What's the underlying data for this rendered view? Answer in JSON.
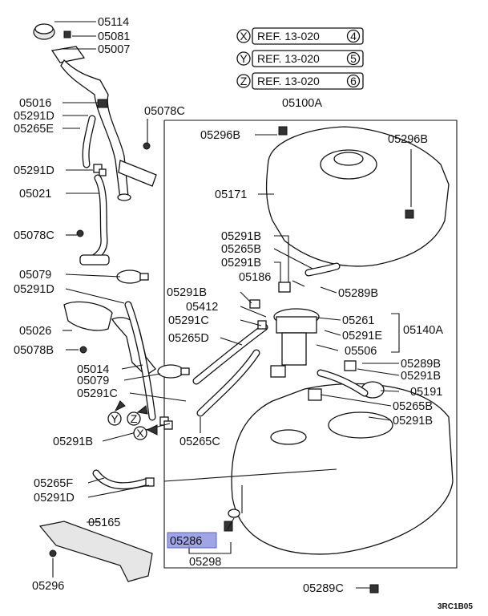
{
  "labels": {
    "p05114": "05114",
    "p05081": "05081",
    "p05007": "05007",
    "p05016": "05016",
    "p05291D_a": "05291D",
    "p05265E": "05265E",
    "p05078C_a": "05078C",
    "p05291D_b": "05291D",
    "p05021": "05021",
    "p05078C_b": "05078C",
    "p05079_a": "05079",
    "p05291D_c": "05291D",
    "p05026": "05026",
    "p05078B": "05078B",
    "p05014": "05014",
    "p05079_b": "05079",
    "p05291C_a": "05291C",
    "p05291B_a": "05291B",
    "p05265F": "05265F",
    "p05291D_d": "05291D",
    "p05165": "05165",
    "p05296_a": "05296",
    "p05100A": "05100A",
    "p05296B_a": "05296B",
    "p05296B_b": "05296B",
    "p05171": "05171",
    "p05291B_b": "05291B",
    "p05265B_a": "05265B",
    "p05291B_c": "05291B",
    "p05186": "05186",
    "p05289B_a": "05289B",
    "p05291B_d": "05291B",
    "p05412": "05412",
    "p05291C_b": "05291C",
    "p05265D": "05265D",
    "p05261": "05261",
    "p05291E": "05291E",
    "p05140A": "05140A",
    "p05506": "05506",
    "p05289B_b": "05289B",
    "p05291B_e": "05291B",
    "p05191": "05191",
    "p05265B_b": "05265B",
    "p05291B_f": "05291B",
    "p05265C": "05265C",
    "p05286": "05286",
    "p05298": "05298",
    "p05289C": "05289C"
  },
  "refs": [
    {
      "key": "X",
      "text": "REF. 13-020",
      "num": "4"
    },
    {
      "key": "Y",
      "text": "REF. 13-020",
      "num": "5"
    },
    {
      "key": "Z",
      "text": "REF. 13-020",
      "num": "6"
    }
  ],
  "connectors": {
    "y": "Y",
    "z": "Z",
    "x": "X"
  },
  "diagram_code": "3RC1B05",
  "colors": {
    "highlight": "#8f96e0",
    "line": "#111111"
  }
}
